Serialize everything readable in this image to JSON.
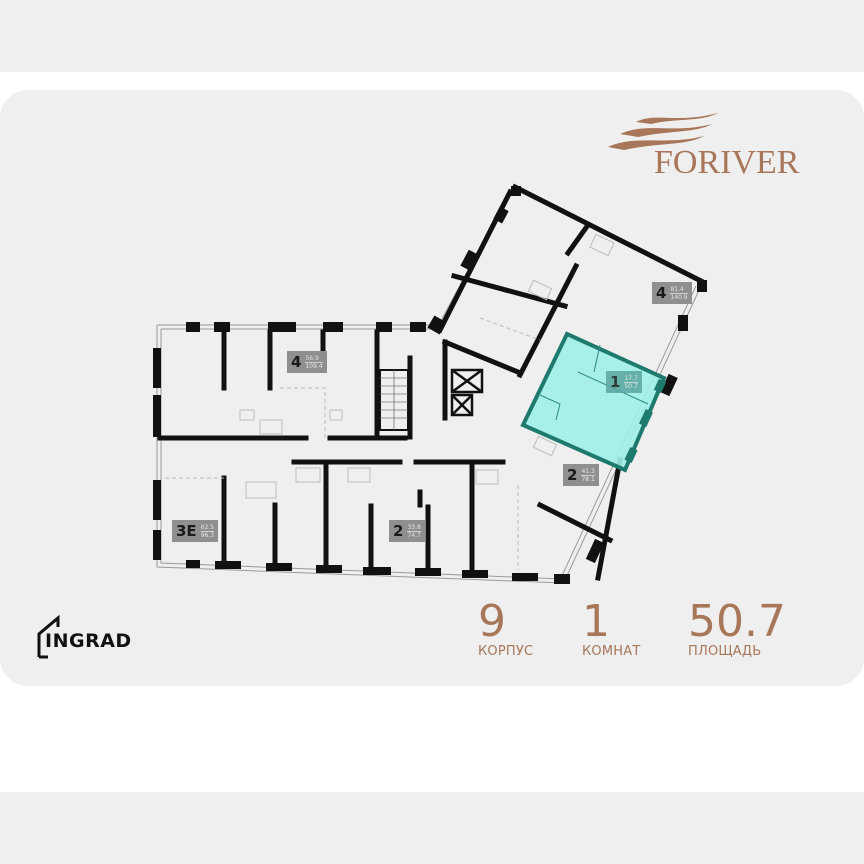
{
  "brand": {
    "name": "FORIVER",
    "color": "#a87658"
  },
  "developer": {
    "name": "INGRAD"
  },
  "stats": [
    {
      "value": "9",
      "label": "КОРПУС"
    },
    {
      "value": "1",
      "label": "КОМНАТ"
    },
    {
      "value": "50.7",
      "label": "ПЛОЩАДЬ"
    }
  ],
  "floor_plan": {
    "highlight_color": "#7fe8dc",
    "highlight_border": "#1f7a6e",
    "apartments": [
      {
        "rooms": "4",
        "living": "56.9",
        "total": "109.4"
      },
      {
        "rooms": "4",
        "living": "81.4",
        "total": "140.9"
      },
      {
        "rooms": "1",
        "living": "17.7",
        "total": "50.7",
        "selected": true
      },
      {
        "rooms": "2",
        "living": "41.3",
        "total": "78.1"
      },
      {
        "rooms": "3E",
        "living": "62.5",
        "total": "96.3"
      },
      {
        "rooms": "2",
        "living": "33.8",
        "total": "74.7"
      }
    ]
  }
}
